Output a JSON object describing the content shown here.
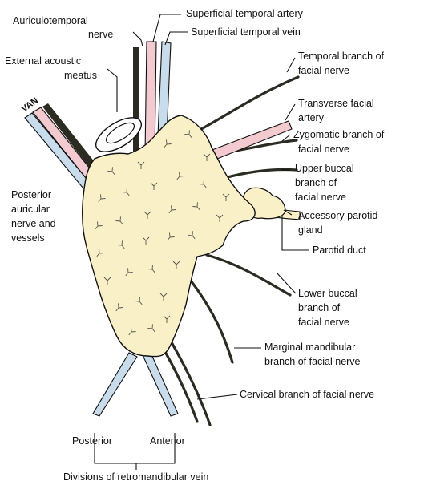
{
  "colors": {
    "gland_fill": "#faf0c8",
    "artery_fill": "#f2cad0",
    "vein_fill": "#c9dcec",
    "nerve": "#2b2b22",
    "outline": "#111111"
  },
  "labels": {
    "auriculotemporal_nerve": [
      "Auriculotemporal",
      "nerve"
    ],
    "superficial_temporal_artery": [
      "Superficial temporal artery"
    ],
    "superficial_temporal_vein": [
      "Superficial temporal vein"
    ],
    "external_acoustic_meatus": [
      "External acoustic",
      "meatus"
    ],
    "temporal_branch": [
      "Temporal branch of",
      "facial nerve"
    ],
    "transverse_facial_artery": [
      "Transverse facial",
      "artery"
    ],
    "zygomatic_branch": [
      "Zygomatic branch of",
      "facial nerve"
    ],
    "upper_buccal_branch": [
      "Upper buccal",
      "branch of",
      "facial nerve"
    ],
    "accessory_parotid_gland": [
      "Accessory parotid",
      "gland"
    ],
    "parotid_duct": [
      "Parotid duct"
    ],
    "lower_buccal_branch": [
      "Lower buccal",
      "branch of",
      "facial nerve"
    ],
    "marginal_mandibular_branch": [
      "Marginal mandibular",
      "branch of facial nerve"
    ],
    "cervical_branch": [
      "Cervical branch of facial nerve"
    ],
    "posterior_auricular": [
      "Posterior",
      "auricular",
      "nerve and",
      "vessels"
    ],
    "posterior_division": [
      "Posterior"
    ],
    "anterior_division": [
      "Anterior"
    ],
    "retromandibular_divisions": [
      "Divisions of retromandibular vein"
    ],
    "van": [
      "VAN"
    ]
  },
  "icons": {
    "gland": "parotid-gland-lobulated-shape",
    "meatus": "ear-canal-ellipse"
  }
}
